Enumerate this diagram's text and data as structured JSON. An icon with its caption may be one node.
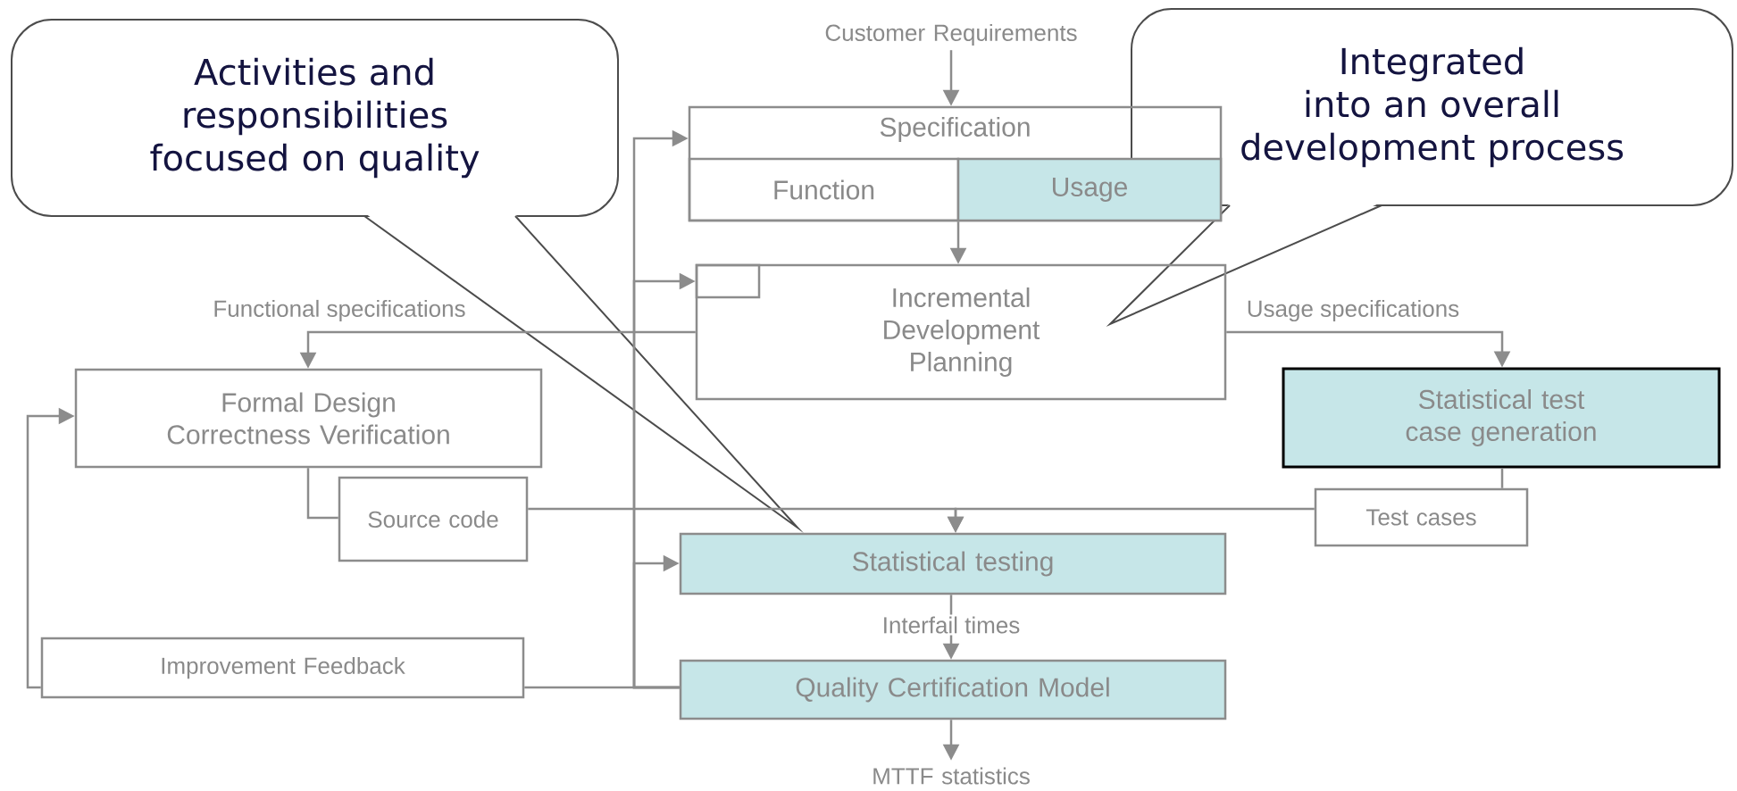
{
  "diagram": {
    "nodes": [
      {
        "text": [
          "Activities and responsibilities focused on quality"
        ]
      },
      {
        "text": [
          "Integrated into an overall development process"
        ]
      },
      {
        "text": [
          "Customer Requirements"
        ]
      },
      {
        "text": [
          "Specification"
        ]
      },
      {
        "text": [
          "Function"
        ],
        "in": 3
      },
      {
        "text": [
          "Usage"
        ],
        "in": 3
      },
      {
        "text": [
          "Incremental Development Planning"
        ]
      },
      {
        "text": [],
        "shape": "box",
        "in": 6
      },
      {
        "text": [
          "Formal Design Correctness Verification"
        ]
      },
      {
        "text": [
          "Source code"
        ]
      },
      {
        "text": [
          "Statistical test case generation"
        ]
      },
      {
        "text": [
          "Test cases"
        ]
      },
      {
        "text": [
          "Statistical testing"
        ]
      },
      {
        "text": [
          "Improvement Feedback"
        ]
      },
      {
        "text": [
          "Quality Certification Model"
        ]
      },
      {
        "text": [
          "MTTF statistics"
        ]
      }
    ],
    "edges": [
      {
        "from": 2,
        "to": 3,
        "arrow": "to"
      },
      {
        "from": 3,
        "to": 6,
        "arrow": "to"
      },
      {
        "from": 6,
        "to": 8,
        "arrow": "to",
        "label": "Functional specifications"
      },
      {
        "from": 6,
        "to": 10,
        "arrow": "to",
        "label": "Usage specifications"
      },
      {
        "from": 8,
        "to": 9,
        "arrow": "none"
      },
      {
        "from": 9,
        "to": 12,
        "arrow": "to"
      },
      {
        "from": 10,
        "to": 11,
        "arrow": "none"
      },
      {
        "from": 11,
        "to": 12,
        "arrow": "to"
      },
      {
        "from": 12,
        "to": 14,
        "arrow": "to",
        "label": "Interfail times"
      },
      {
        "from": 14,
        "to": 15,
        "arrow": "to"
      },
      {
        "from": 14,
        "to": 13,
        "arrow": "none"
      },
      {
        "from": 13,
        "to": 8,
        "arrow": "to"
      },
      {
        "from": 14,
        "to": 3,
        "arrow": "to"
      },
      {
        "from": 14,
        "to": 7,
        "arrow": "to"
      },
      {
        "from": 14,
        "to": 12,
        "arrow": "to"
      }
    ]
  }
}
